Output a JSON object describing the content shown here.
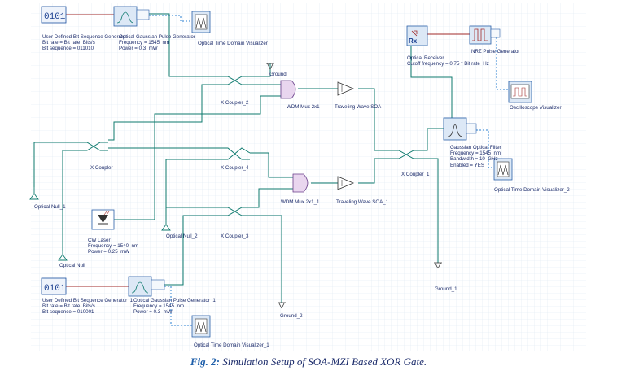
{
  "labels": {
    "bitseq1": "User Defined Bit Sequence Generator\nBit rate = Bit rate  Bits/s\nBit sequence = 011010",
    "pulse1": "Optical Gaussian Pulse Generator\nFrequency = 1545  nm\nPower = 0.3  mW",
    "otdv1": "Optical Time Domain Visualizer",
    "ground0": "Ground",
    "xc2": "X Coupler_2",
    "mux1": "WDM Mux 2x1",
    "soa1": "Traveling Wave SOA",
    "rx": "Optical Receiver\nCutoff frequency = 0.75 * Bit rate  Hz",
    "nrz": "NRZ Pulse Generator",
    "osc": "Oscilloscope Visualizer",
    "gof": "Gaussian Optical Filter\nFrequency = 1545  nm\nBandwidth = 10  GHz\nEnabled = YES",
    "otdv2": "Optical Time Domain Visualizer_2",
    "xc": "X Coupler",
    "xc4": "X Coupler_4",
    "xc1": "X Coupler_1",
    "null1": "Optical Null_1",
    "mux2": "WDM Mux 2x1_1",
    "soa2": "Traveling Wave SOA_1",
    "laser": "CW Laser\nFrequency = 1540  nm\nPower = 0.25  mW",
    "null2": "Optical Null_2",
    "xc3": "X Coupler_3",
    "nullx": "Optical Null",
    "ground1": "Ground_1",
    "bitseq2": "User Defined Bit Sequence Generator_1\nBit rate = Bit rate  Bits/s\nBit sequence = 010001",
    "pulse2": "Optical Gaussian Pulse Generator_1\nFrequency = 1545  nm\nPower = 0.3  mW",
    "ground2": "Ground_2",
    "otdv3": "Optical Time Domain Visualizer_1",
    "rx_tag": "Rx",
    "seq_glyph": "0101"
  },
  "caption": {
    "number": "Fig. 2:",
    "text": " Simulation Setup of SOA-MZI Based XOR Gate."
  },
  "colors": {
    "optical_wire": "#0e7a6e",
    "electrical_wire": "#a02828",
    "monitor_wire": "#2a7fd0",
    "grid": "#dde7f1",
    "text": "#1a2a6a"
  }
}
